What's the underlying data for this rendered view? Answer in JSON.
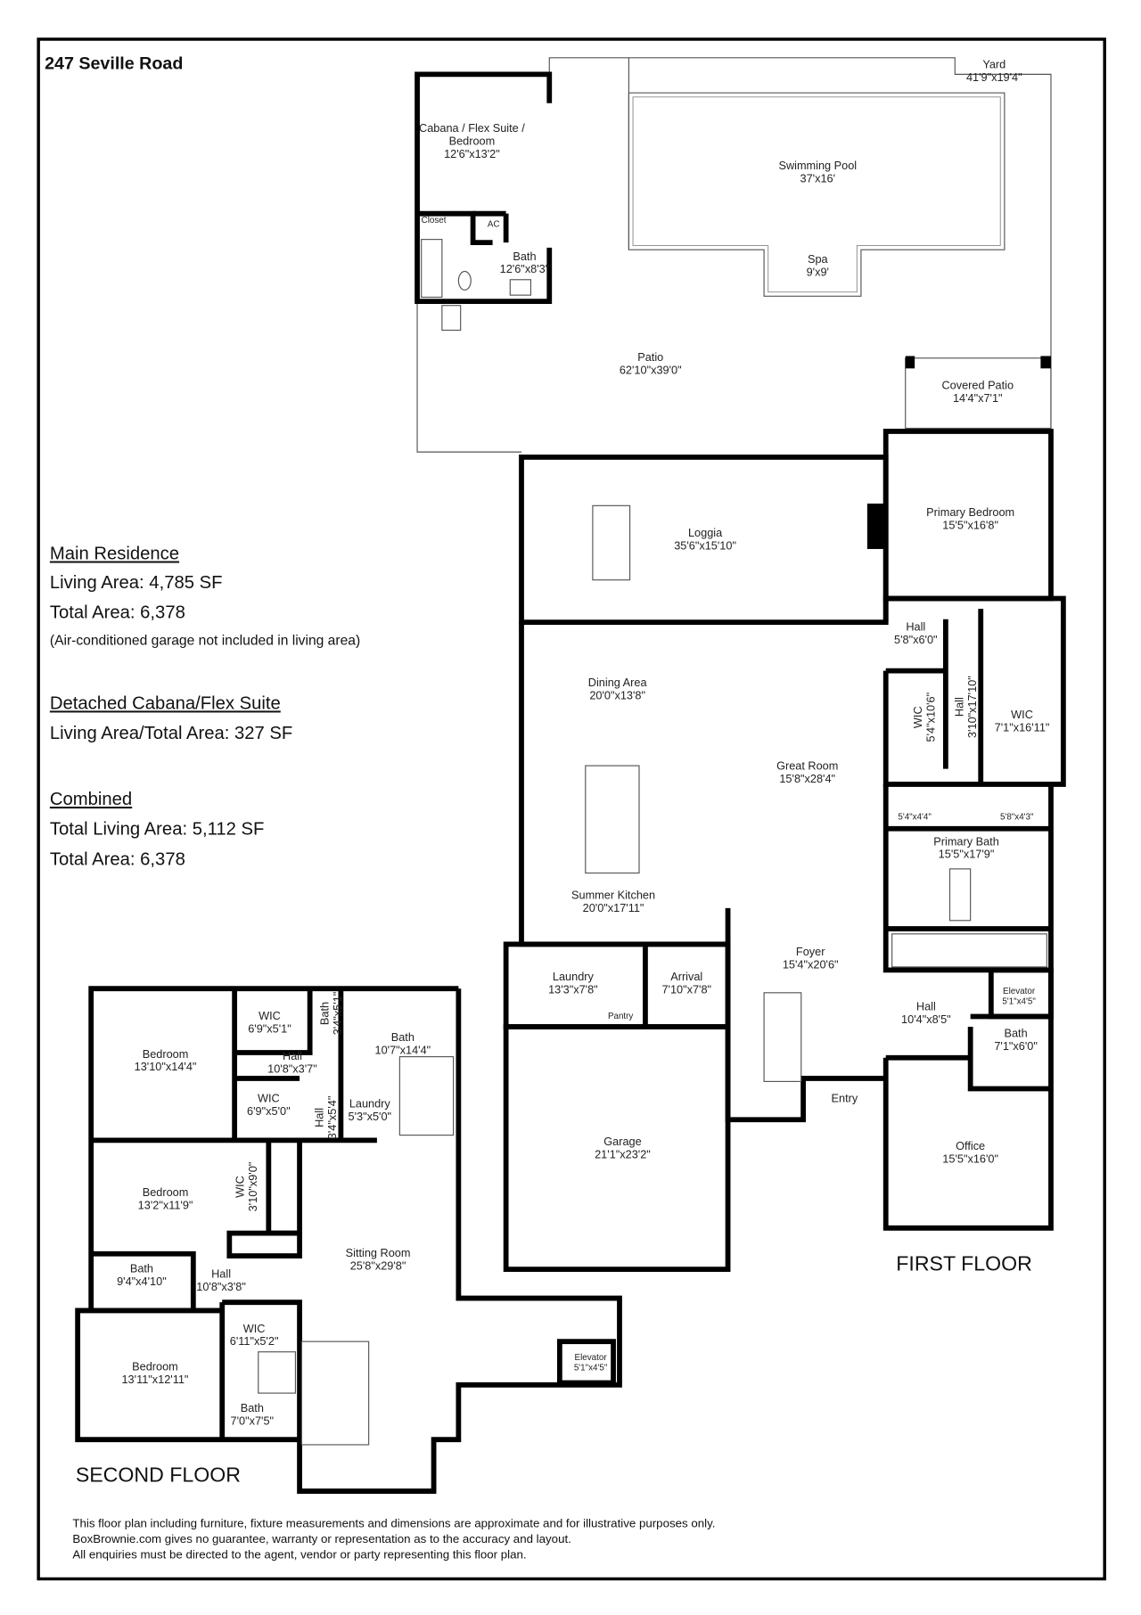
{
  "title": "247 Seville Road",
  "summary": {
    "main_heading": "Main Residence",
    "main_living": "Living Area: 4,785 SF",
    "main_total": "Total Area: 6,378",
    "main_note": "(Air-conditioned garage not included in living area)",
    "cabana_heading": "Detached Cabana/Flex Suite",
    "cabana_area": "Living Area/Total Area: 327 SF",
    "combined_heading": "Combined",
    "combined_living": "Total Living Area: 5,112 SF",
    "combined_total": "Total Area: 6,378"
  },
  "floors": {
    "first": "FIRST FLOOR",
    "second": "SECOND FLOOR"
  },
  "rooms": [
    {
      "name": "Cabana / Flex Suite /",
      "name2": "Bedroom",
      "dim": "12'6\"x13'2\""
    },
    {
      "name": "Closet",
      "dim": ""
    },
    {
      "name": "AC",
      "dim": ""
    },
    {
      "name": "Bath",
      "dim": "12'6\"x8'3\""
    },
    {
      "name": "Yard",
      "dim": "41'9\"x19'4\""
    },
    {
      "name": "Swimming Pool",
      "dim": "37'x16'"
    },
    {
      "name": "Spa",
      "dim": "9'x9'"
    },
    {
      "name": "Patio",
      "dim": "62'10\"x39'0\""
    },
    {
      "name": "Covered Patio",
      "dim": "14'4\"x7'1\""
    },
    {
      "name": "Loggia",
      "dim": "35'6\"x15'10\""
    },
    {
      "name": "Primary Bedroom",
      "dim": "15'5\"x16'8\""
    },
    {
      "name": "Hall",
      "dim": "5'8\"x6'0\""
    },
    {
      "name": "Dining Area",
      "dim": "20'0\"x13'8\""
    },
    {
      "name": "Great Room",
      "dim": "15'8\"x28'4\""
    },
    {
      "name": "WIC",
      "dim": "5'4\"x10'6\""
    },
    {
      "name": "Hall",
      "dim": "3'10\"x17'10\""
    },
    {
      "name": "WIC",
      "dim": "7'1\"x16'11\""
    },
    {
      "name": "",
      "dim": "5'4\"x4'4\""
    },
    {
      "name": "",
      "dim": "5'8\"x4'3\""
    },
    {
      "name": "Primary Bath",
      "dim": "15'5\"x17'9\""
    },
    {
      "name": "Summer Kitchen",
      "dim": "20'0\"x17'11\""
    },
    {
      "name": "Foyer",
      "dim": "15'4\"x20'6\""
    },
    {
      "name": "Laundry",
      "dim": "13'3\"x7'8\""
    },
    {
      "name": "Arrival",
      "dim": "7'10\"x7'8\""
    },
    {
      "name": "Pantry",
      "dim": ""
    },
    {
      "name": "Elevator",
      "dim": "5'1\"x4'5\""
    },
    {
      "name": "Hall",
      "dim": "10'4\"x8'5\""
    },
    {
      "name": "Bath",
      "dim": "7'1\"x6'0\""
    },
    {
      "name": "Entry",
      "dim": ""
    },
    {
      "name": "Garage",
      "dim": "21'1\"x23'2\""
    },
    {
      "name": "Office",
      "dim": "15'5\"x16'0\""
    },
    {
      "name": "WIC",
      "dim": "6'9\"x5'1\""
    },
    {
      "name": "Bath",
      "dim": "3'4\"x5'1\""
    },
    {
      "name": "Bath",
      "dim": "10'7\"x14'4\""
    },
    {
      "name": "Bedroom",
      "dim": "13'10\"x14'4\""
    },
    {
      "name": "Hall",
      "dim": "10'8\"x3'7\""
    },
    {
      "name": "WIC",
      "dim": "6'9\"x5'0\""
    },
    {
      "name": "Laundry",
      "dim": "5'3\"x5'0\""
    },
    {
      "name": "Hall",
      "dim": "3'4\"x5'4\""
    },
    {
      "name": "Bedroom",
      "dim": "13'2\"x11'9\""
    },
    {
      "name": "WIC",
      "dim": "3'10\"x9'0\""
    },
    {
      "name": "Sitting Room",
      "dim": "25'8\"x29'8\""
    },
    {
      "name": "Bath",
      "dim": "9'4\"x4'10\""
    },
    {
      "name": "Hall",
      "dim": "10'8\"x3'8\""
    },
    {
      "name": "WIC",
      "dim": "6'11\"x5'2\""
    },
    {
      "name": "Elevator",
      "dim": "5'1\"x4'5\""
    },
    {
      "name": "Bedroom",
      "dim": "13'11\"x12'11\""
    },
    {
      "name": "Bath",
      "dim": "7'0\"x7'5\""
    }
  ],
  "disclaimer": [
    "This floor plan including furniture, fixture measurements and dimensions are approximate and for illustrative purposes only.",
    "BoxBrownie.com gives no guarantee, warranty or representation as to the accuracy and layout.",
    "All enquiries must be directed to the agent, vendor or party representing this floor plan."
  ]
}
